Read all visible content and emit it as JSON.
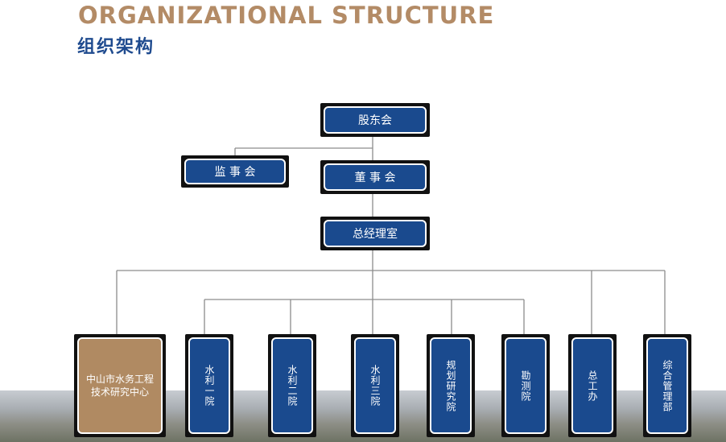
{
  "colors": {
    "title_en": "#b38b66",
    "title_zh": "#1f4b8f",
    "box_blue": "#1a4a8e",
    "box_gold": "#b08a62",
    "connector": "#8c8c8c"
  },
  "title": {
    "en": "ORGANIZATIONAL STRUCTURE",
    "zh": "组织架构"
  },
  "org": {
    "shareholders": "股东会",
    "supervisors": "监 事 会",
    "board": "董 事 会",
    "gm_office": "总经理室",
    "research_center": "中山市水务工程技术研究中心",
    "institute_1": "水利一院",
    "institute_2": "水利二院",
    "institute_3": "水利三院",
    "planning": "规划研究院",
    "survey": "勘测院",
    "chief_engineer": "总工办",
    "admin": "综合管理部"
  }
}
